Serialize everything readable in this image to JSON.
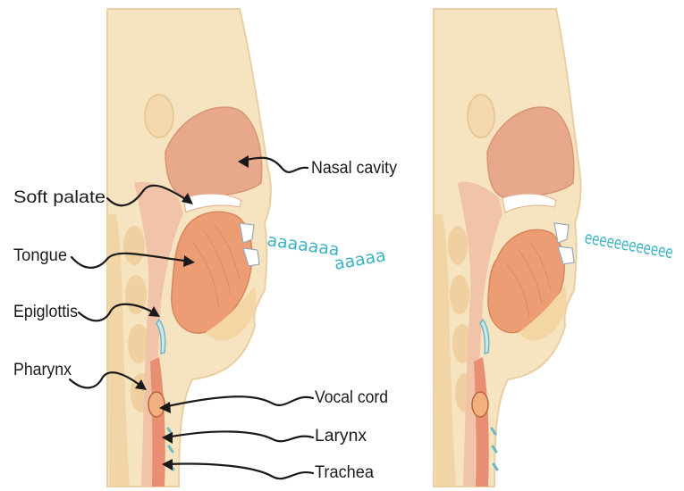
{
  "labels": {
    "nasal_cavity": "Nasal cavity",
    "soft_palate": "Soft palate",
    "tongue": "Tongue",
    "epiglottis": "Epiglottis",
    "pharynx": "Pharynx",
    "vocal_cord": "Vocal cord",
    "larynx": "Larynx",
    "trachea": "Trachea"
  },
  "sounds": {
    "left_a": "aaaaaaa",
    "left_b": "aaaaa",
    "right": "eeeeeeeeeeee"
  },
  "colors": {
    "head_fill": "#f6e3c0",
    "nasal": "#e7a88b",
    "throat_pink": "#f1c3a8",
    "tongue": "#ec9d73",
    "airway": "#e88e72",
    "teeth": "#ffffff",
    "sound_wave": "#3bb3c3",
    "leader_lines": "#1a1a1a"
  }
}
